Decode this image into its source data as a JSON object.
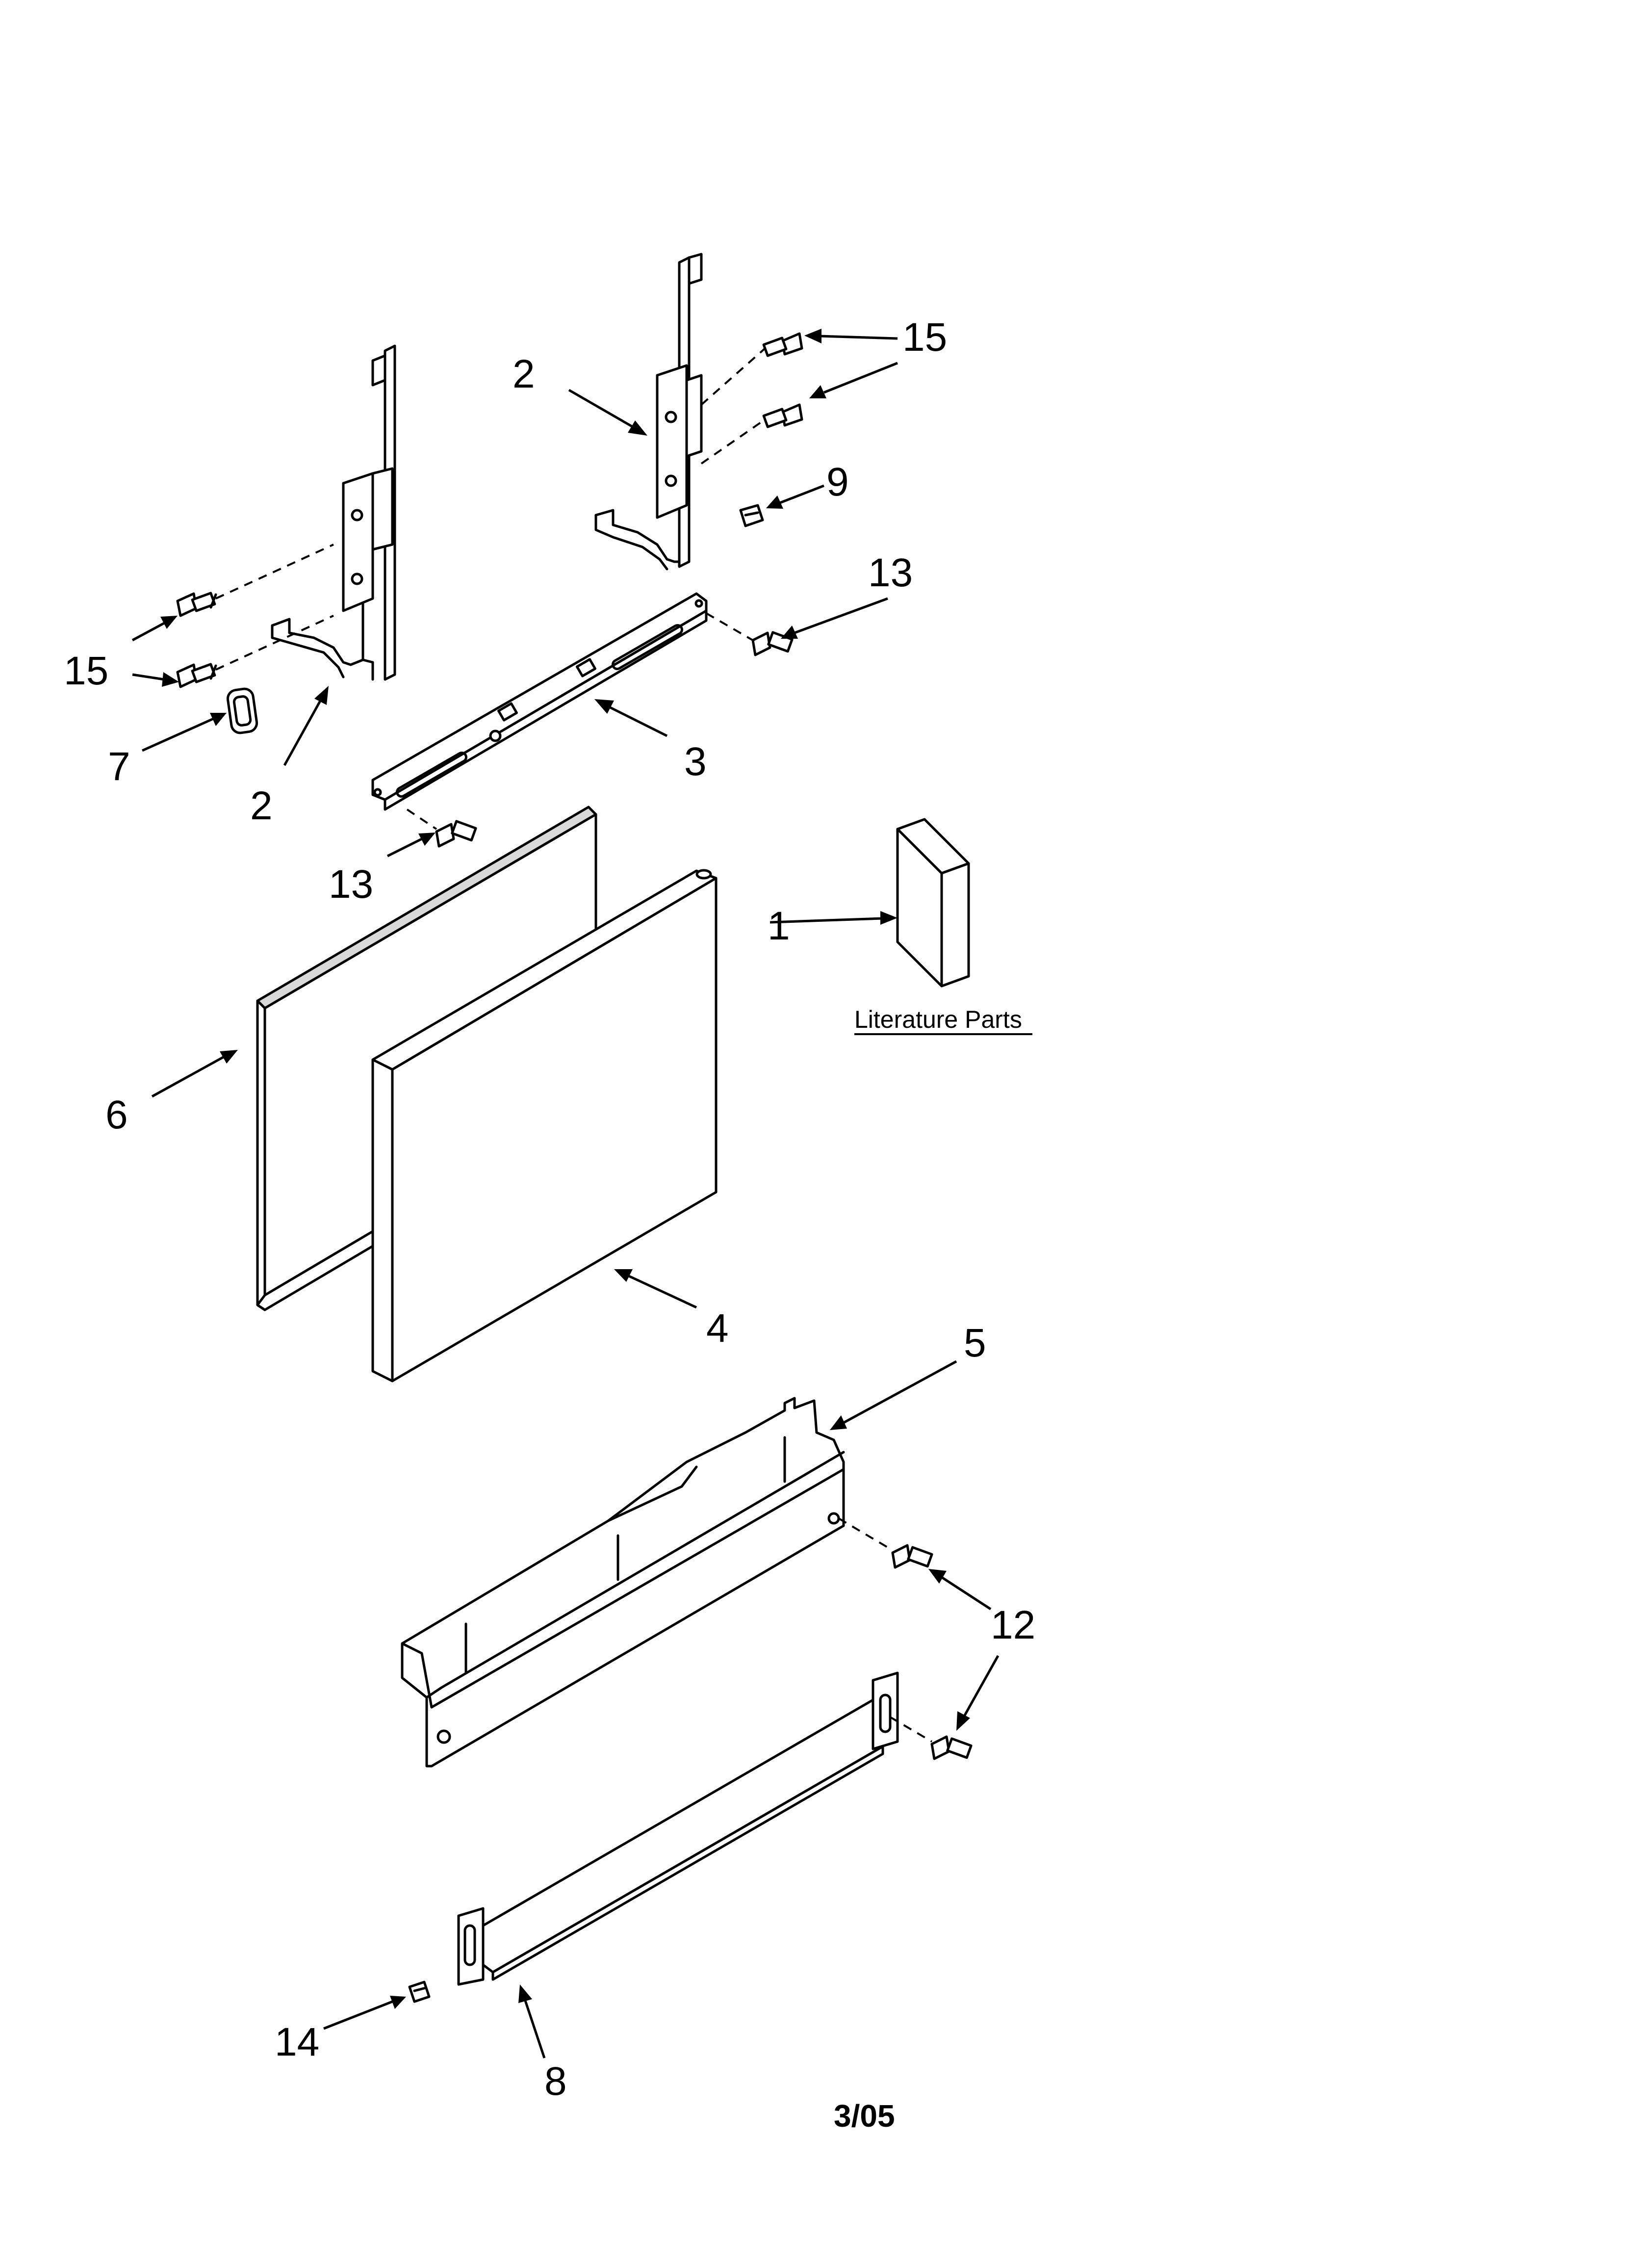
{
  "callouts": {
    "c1": "1",
    "c2a": "2",
    "c2b": "2",
    "c3": "3",
    "c4": "4",
    "c5": "5",
    "c6": "6",
    "c7": "7",
    "c8": "8",
    "c9": "9",
    "c12": "12",
    "c13a": "13",
    "c13b": "13",
    "c14": "14",
    "c15a": "15",
    "c15b": "15"
  },
  "literature_label": "Literature Parts",
  "date_code": "3/05"
}
